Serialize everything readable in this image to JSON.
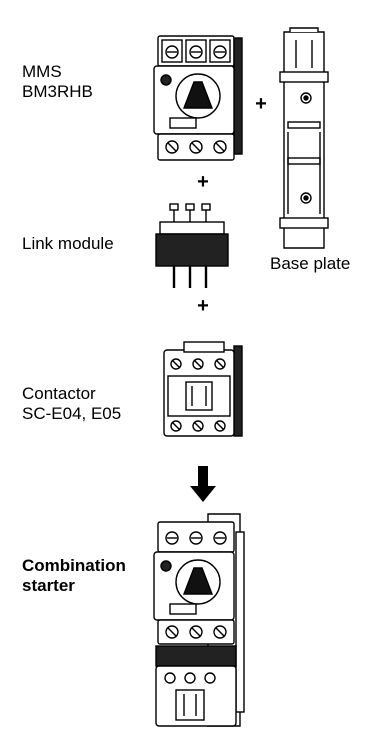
{
  "labels": {
    "mms_line1": "MMS",
    "mms_line2": "BM3RHB",
    "link_module": "Link module",
    "base_plate": "Base plate",
    "contactor_line1": "Contactor",
    "contactor_line2": "SC-E04, E05",
    "combination_line1": "Combination",
    "combination_line2": "starter"
  },
  "operators": {
    "plus": "+"
  },
  "icons": {
    "mms": "motor-starter-icon",
    "base_plate": "base-plate-icon",
    "link_module": "link-module-icon",
    "contactor": "contactor-icon",
    "arrow": "down-arrow-icon",
    "combination": "combination-starter-icon"
  }
}
